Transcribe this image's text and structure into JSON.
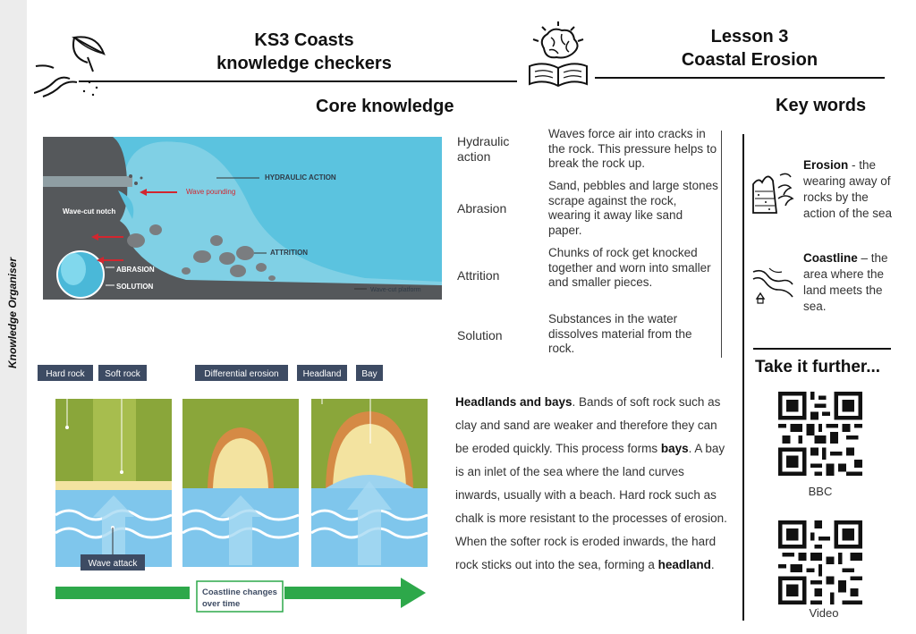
{
  "sidebar": {
    "label": "Knowledge Organiser"
  },
  "header": {
    "title_line1": "KS3 Coasts",
    "title_line2": "knowledge checkers",
    "lesson_line1": "Lesson 3",
    "lesson_line2": "Coastal Erosion"
  },
  "core": {
    "heading": "Core knowledge",
    "diagram_labels": {
      "hydraulic_action": "HYDRAULIC ACTION",
      "wave_pounding": "Wave pounding",
      "wave_cut_notch": "Wave-cut notch",
      "attrition": "ATTRITION",
      "abrasion": "ABRASION",
      "solution": "SOLUTION",
      "wave_cut_platform": "Wave-cut platform"
    },
    "processes": [
      {
        "name": "Hydraulic action",
        "description": "Waves force air into cracks in the rock. This pressure helps to break the rock up."
      },
      {
        "name": "Abrasion",
        "description": "Sand, pebbles and large stones scrape against the rock, wearing it away like sand paper."
      },
      {
        "name": "Attrition",
        "description": "Chunks of rock get knocked together and worn into smaller and smaller pieces."
      },
      {
        "name": "Solution",
        "description": "Substances in the water dissolves material from the rock."
      }
    ],
    "headland_labels": {
      "hard_rock": "Hard rock",
      "soft_rock": "Soft rock",
      "differential": "Differential erosion",
      "headland": "Headland",
      "bay": "Bay",
      "wave_attack": "Wave attack",
      "coastline_line1": "Coastline changes",
      "coastline_line2": "over time"
    },
    "paragraph": {
      "p1_bold": "Headlands and bays",
      "p1_text": ". Bands of soft rock such as clay and sand are weaker and therefore they can be eroded quickly. This process forms ",
      "p2_bold": "bays",
      "p2_text": ". A bay is an inlet of the sea where the land curves inwards, usually with a beach. Hard rock such as chalk is more resistant to the processes of erosion. When the softer rock is eroded inwards, the hard rock sticks out into the sea, forming a ",
      "p3_bold": "headland",
      "p3_text": "."
    }
  },
  "keywords": {
    "heading": "Key words",
    "items": [
      {
        "term": "Erosion",
        "definition": " - the wearing away of rocks by the action of the sea"
      },
      {
        "term": "Coastline",
        "definition": " – the area where the land meets the sea."
      }
    ]
  },
  "further": {
    "heading": "Take it further...",
    "qr1_label": "BBC",
    "qr2_label": "Video"
  },
  "colors": {
    "sea": "#5bc3df",
    "rock": "#55585b",
    "grass": "#8aa63a",
    "arrow_green": "#2da84a",
    "label_navy": "#3d4b63"
  }
}
